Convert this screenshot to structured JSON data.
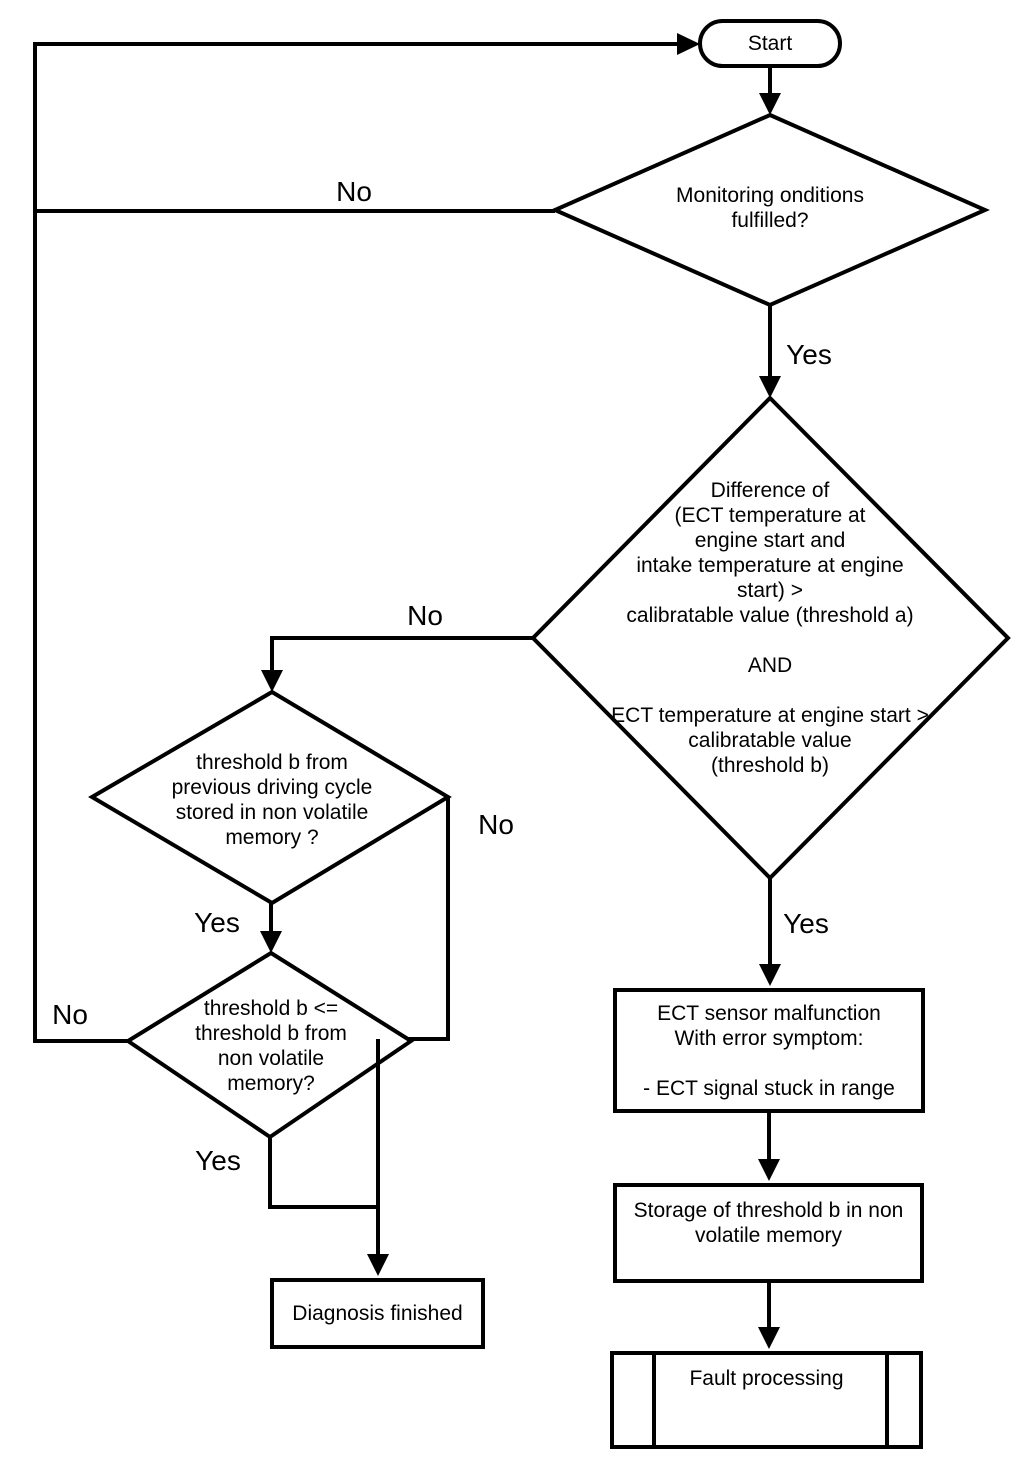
{
  "nodes": {
    "start": {
      "label": "Start"
    },
    "monitoring": {
      "label": "Monitoring onditions\nfulfilled?"
    },
    "condition": {
      "label": "Difference of\n(ECT temperature at\nengine start and\nintake temperature at engine\nstart) >\ncalibratable value (threshold a)\n\nAND\n\nECT temperature at engine start >\ncalibratable value\n(threshold b)"
    },
    "stored": {
      "label": "threshold b from\nprevious driving cycle\nstored in non volatile\nmemory ?"
    },
    "compare": {
      "label": "threshold b <=\nthreshold b from\nnon volatile\nmemory?"
    },
    "malfunction": {
      "label": "ECT sensor malfunction\nWith error symptom:\n\n- ECT signal stuck in range"
    },
    "storage": {
      "label": "Storage of threshold b in non\nvolatile memory"
    },
    "fault": {
      "label": "Fault processing"
    },
    "finished": {
      "label": "Diagnosis finished"
    }
  },
  "edges": {
    "monitoring_no": {
      "label": "No"
    },
    "monitoring_yes": {
      "label": "Yes"
    },
    "condition_no": {
      "label": "No"
    },
    "condition_yes": {
      "label": "Yes"
    },
    "stored_no": {
      "label": "No"
    },
    "stored_yes": {
      "label": "Yes"
    },
    "compare_no": {
      "label": "No"
    },
    "compare_yes": {
      "label": "Yes"
    }
  },
  "colors": {
    "line": "#000000",
    "text": "#000000",
    "background": "#ffffff"
  }
}
